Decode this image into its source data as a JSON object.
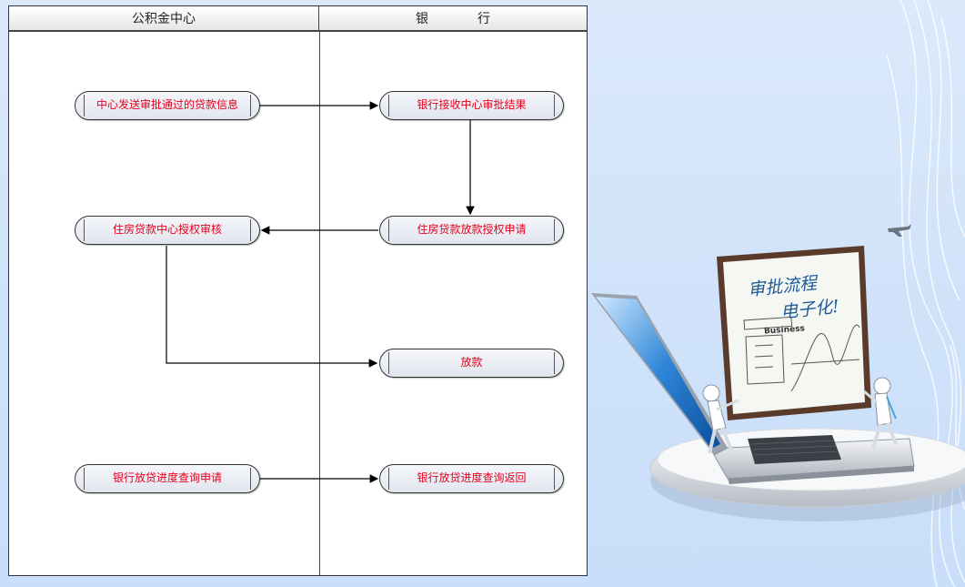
{
  "lanes": {
    "left": "公积金中心",
    "right": "银　行"
  },
  "nodes": {
    "n1": "中心发送审批通过的贷款信息",
    "n2": "银行接收中心审批结果",
    "n3": "住房贷款放款授权申请",
    "n4": "住房贷款中心授权审核",
    "n5": "放款",
    "n6": "银行放贷进度查询申请",
    "n7": "银行放贷进度查询返回"
  },
  "illustration": {
    "board_line1": "审批流程",
    "board_line2": "电子化!",
    "board_sign": "Business"
  },
  "colors": {
    "node_text": "#e8001c",
    "background": "#cfe2fa"
  }
}
